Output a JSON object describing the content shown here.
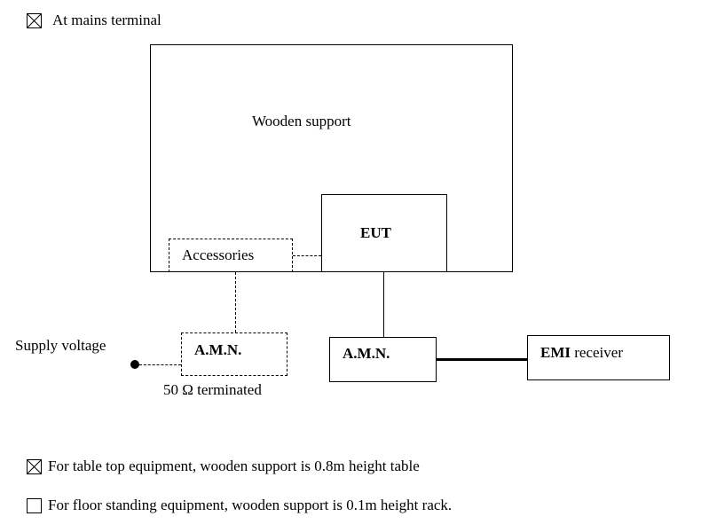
{
  "options": {
    "mains_terminal": {
      "label": "At mains terminal",
      "checked": true
    },
    "table_top": {
      "label": "For table top equipment, wooden support is 0.8m height table",
      "checked": true
    },
    "floor_standing": {
      "label": "For floor standing equipment, wooden support is 0.1m height rack.",
      "checked": false
    }
  },
  "diagram": {
    "wooden_support": "Wooden support",
    "eut": "EUT",
    "accessories": "Accessories",
    "supply_voltage": "Supply voltage",
    "amn_left": "A.M.N.",
    "terminated": "50 Ω  terminated",
    "amn_right": "A.M.N.",
    "emi_receiver_bold": "EMI",
    "emi_receiver_rest": " receiver"
  }
}
